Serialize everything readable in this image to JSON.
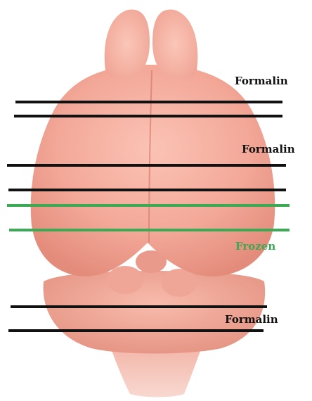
{
  "colors": {
    "tissue_light": "#f6b7a8",
    "tissue_mid": "#f0a393",
    "tissue_dark": "#e08878",
    "formalin_line": "#111111",
    "frozen_line": "#3aaa55",
    "formalin_text": "#111111",
    "frozen_text": "#3aaa55"
  },
  "labels": {
    "formalin_top": "Formalin",
    "formalin_middle": "Formalin",
    "frozen": "Frozen",
    "formalin_bottom": "Formalin"
  },
  "sections": [
    {
      "type": "formalin",
      "label_key": "formalin_top"
    },
    {
      "type": "formalin",
      "label_key": "formalin_middle"
    },
    {
      "type": "frozen",
      "label_key": "frozen"
    },
    {
      "type": "formalin",
      "label_key": "formalin_bottom"
    }
  ]
}
